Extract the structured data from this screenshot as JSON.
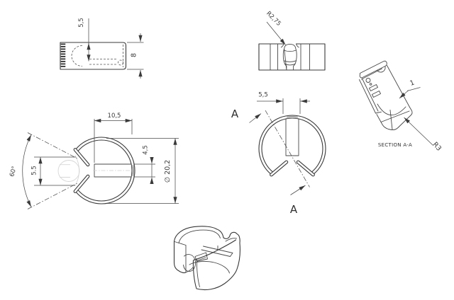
{
  "colors": {
    "background": "#ffffff",
    "line": "#383838",
    "dim_line": "#4a4a4a",
    "ghost": "#d7d7d7"
  },
  "views": {
    "side_section": {
      "name": "side view (top-left)",
      "dim_slot_depth": "5,5",
      "dim_height": "8"
    },
    "bottom": {
      "name": "bottom view (top-middle)",
      "radius_callout": "R2,75"
    },
    "section": {
      "caption": "SECTION A-A",
      "radius_callout": "R3",
      "thickness_callout": "1"
    },
    "front": {
      "name": "front view (middle-left)",
      "dim_slot_length": "10,5",
      "dim_slot_height": "4,5",
      "dim_gap": "5.5",
      "dim_angle": "60°",
      "dim_diameter": "∅ 20,2"
    },
    "marked": {
      "name": "rotated view with section trace",
      "dim_slot_width": "5,5",
      "section_letter_top": "A",
      "section_letter_bottom": "A"
    },
    "isometric": {
      "name": "isometric view (bottom)"
    }
  }
}
